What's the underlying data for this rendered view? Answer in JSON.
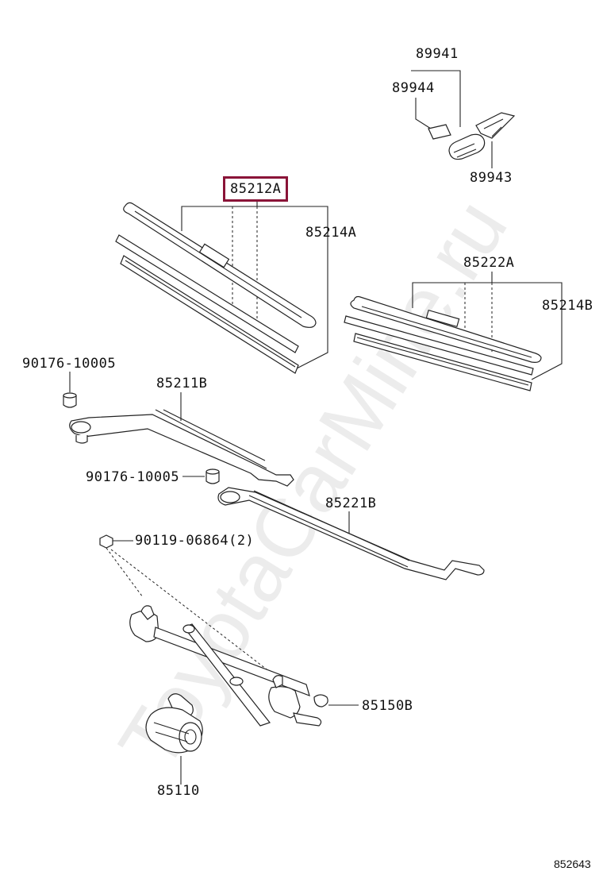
{
  "watermark": "ToyotaCarMine.ru",
  "diagram_number": "852643",
  "labels": {
    "p89941": "89941",
    "p89944": "89944",
    "p89943": "89943",
    "p85212A": "85212A",
    "p85214A": "85214A",
    "p85222A": "85222A",
    "p85214B": "85214B",
    "p90176_a": "90176-10005",
    "p85211B": "85211B",
    "p90176_b": "90176-10005",
    "p85221B": "85221B",
    "p90119": "90119-06864(2)",
    "p85150B": "85150B",
    "p85110": "85110"
  },
  "colors": {
    "highlight": "#8a1438",
    "line": "#222222",
    "watermark": "#ececec"
  }
}
